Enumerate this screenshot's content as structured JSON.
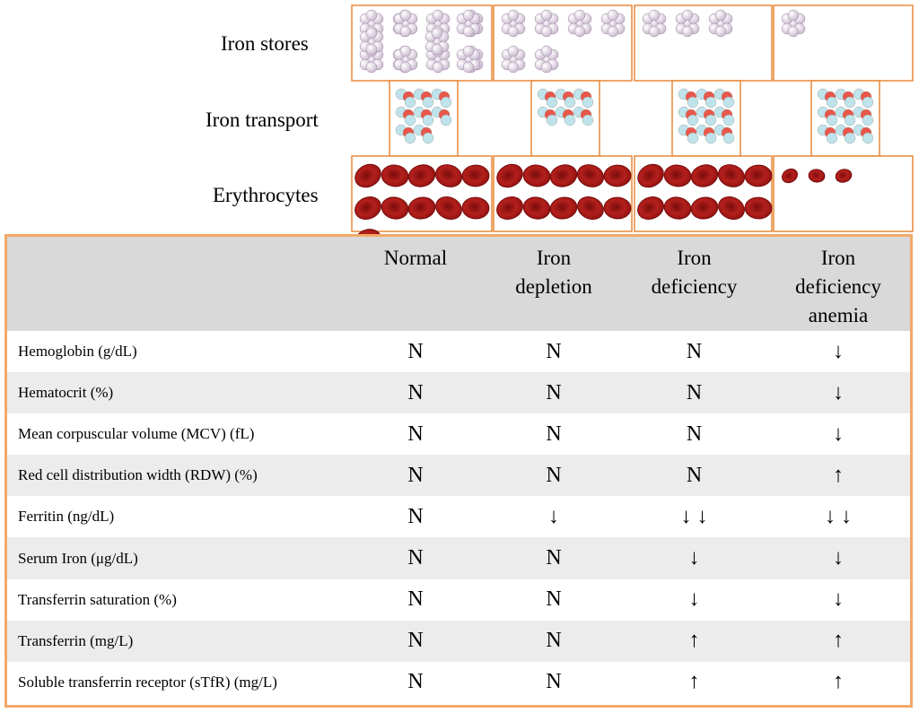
{
  "diagram": {
    "row_labels": [
      "Iron stores",
      "Iron transport",
      "Erythrocytes"
    ],
    "stages": [
      {
        "stores": 14,
        "transport": 8,
        "rbc": 11
      },
      {
        "stores": 6,
        "transport": 6,
        "rbc": 10
      },
      {
        "stores": 3,
        "transport": 9,
        "rbc": 10
      },
      {
        "stores": 1,
        "transport": 9,
        "rbc": 3
      }
    ],
    "colors": {
      "border": "#e8883a",
      "rbc": "#a01515",
      "store": "#d9c8dc",
      "transport_red": "#e8574a",
      "transport_blue": "#bfe3ea"
    }
  },
  "table": {
    "columns": [
      "Normal",
      "Iron depletion",
      "Iron deficiency",
      "Iron deficiency anemia"
    ],
    "rows": [
      {
        "param": "Hemoglobin (g/dL)",
        "values": [
          "N",
          "N",
          "N",
          "↓"
        ]
      },
      {
        "param": "Hematocrit (%)",
        "values": [
          "N",
          "N",
          "N",
          "↓"
        ]
      },
      {
        "param": "Mean corpuscular volume (MCV) (fL)",
        "values": [
          "N",
          "N",
          "N",
          "↓"
        ]
      },
      {
        "param": "Red cell distribution width (RDW) (%)",
        "values": [
          "N",
          "N",
          "N",
          "↑"
        ]
      },
      {
        "param": "Ferritin (ng/dL)",
        "values": [
          "N",
          "↓",
          "↓ ↓",
          "↓ ↓"
        ]
      },
      {
        "param": "Serum Iron (μg/dL)",
        "values": [
          "N",
          "N",
          "↓",
          "↓"
        ]
      },
      {
        "param": "Transferrin saturation (%)",
        "values": [
          "N",
          "N",
          "↓",
          "↓"
        ]
      },
      {
        "param": "Transferrin (mg/L)",
        "values": [
          "N",
          "N",
          "↑",
          "↑"
        ]
      },
      {
        "param": "Soluble transferrin receptor (sTfR) (mg/L)",
        "values": [
          "N",
          "N",
          "↑",
          "↑"
        ]
      }
    ]
  }
}
